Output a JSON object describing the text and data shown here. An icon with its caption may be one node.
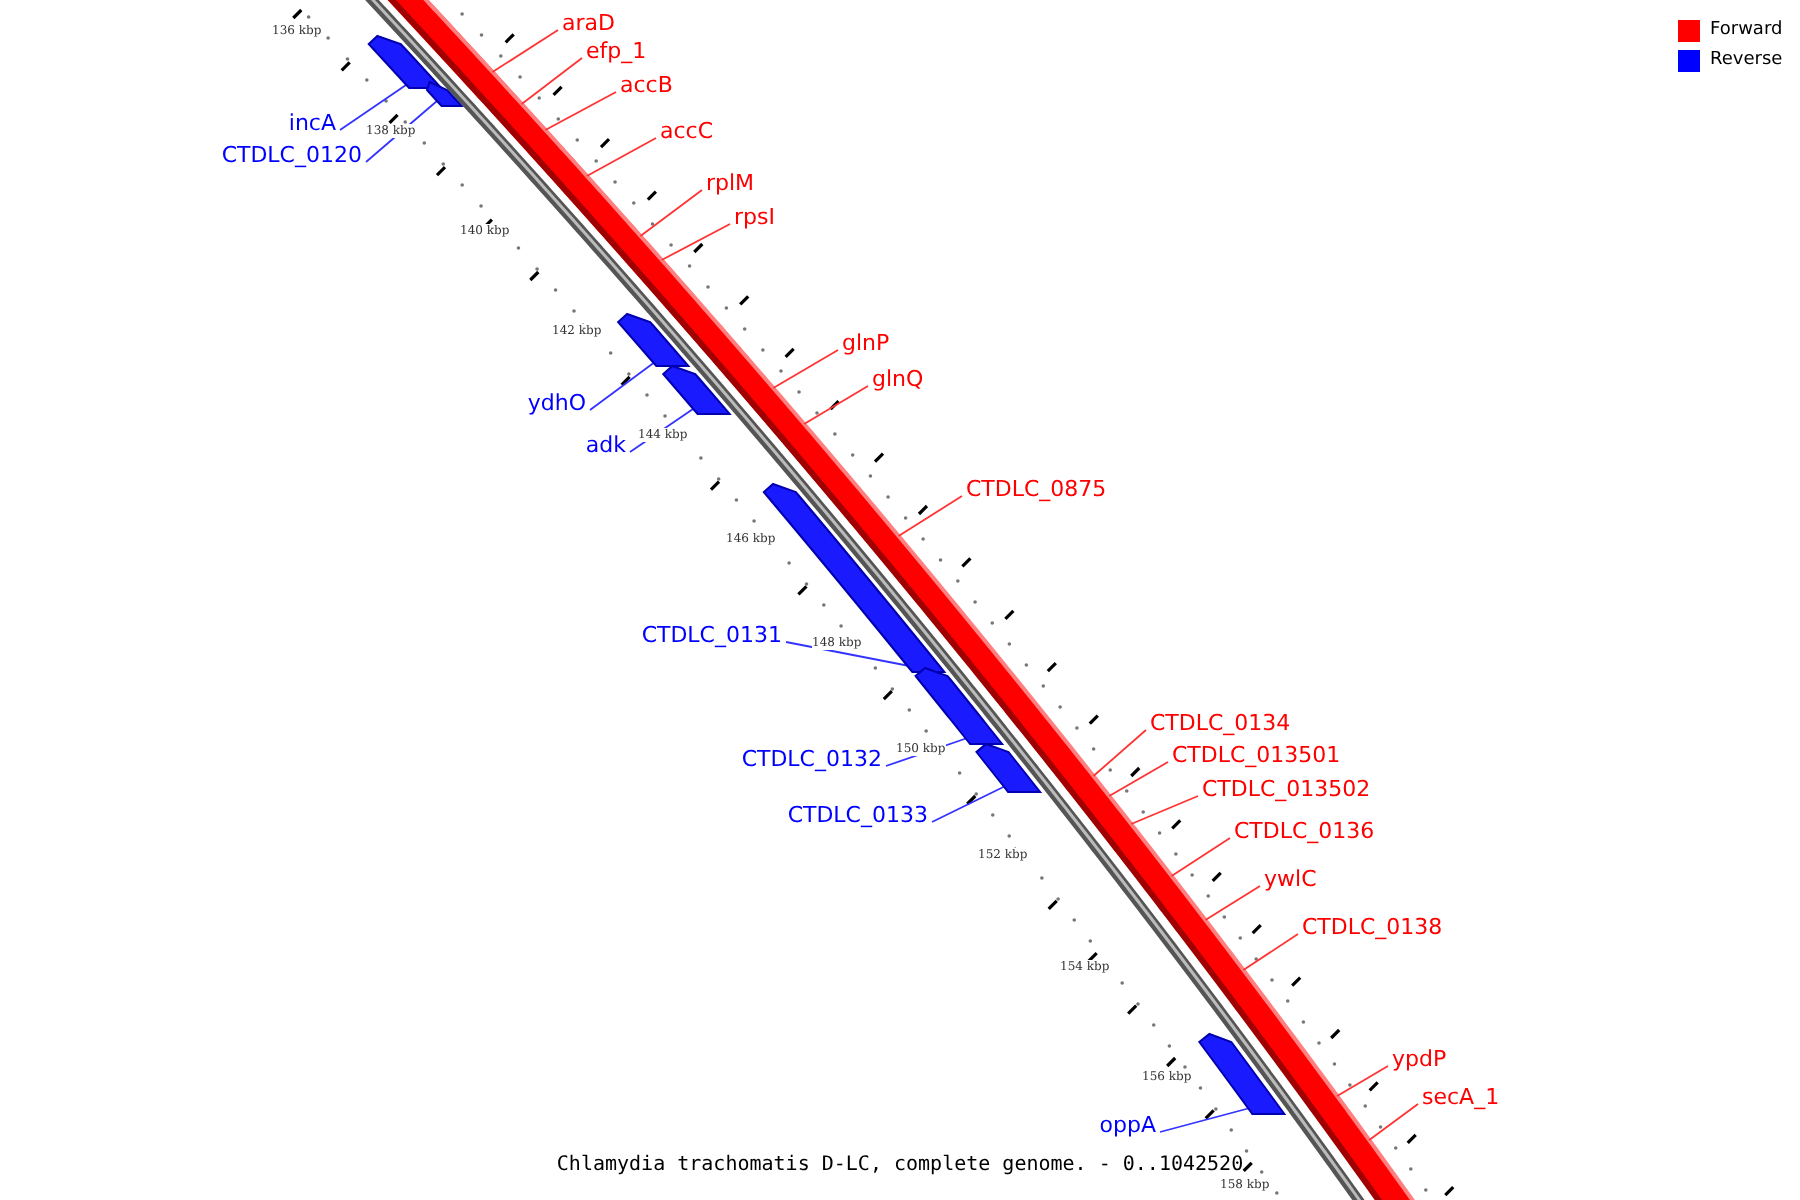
{
  "diagram": {
    "caption": "Chlamydia trachomatis D-LC, complete genome. - 0..1042520",
    "nodes": [
      {
        "text": [
          "araD"
        ]
      },
      {
        "text": [
          "efp_1"
        ]
      },
      {
        "text": [
          "accB"
        ]
      },
      {
        "text": [
          "accC"
        ]
      },
      {
        "text": [
          "rplM"
        ]
      },
      {
        "text": [
          "rpsI"
        ]
      },
      {
        "text": [
          "glnP"
        ]
      },
      {
        "text": [
          "glnQ"
        ]
      },
      {
        "text": [
          "CTDLC_0875"
        ]
      },
      {
        "text": [
          "CTDLC_0134"
        ]
      },
      {
        "text": [
          "CTDLC_013501"
        ]
      },
      {
        "text": [
          "CTDLC_013502"
        ]
      },
      {
        "text": [
          "CTDLC_0136"
        ]
      },
      {
        "text": [
          "ywlC"
        ]
      },
      {
        "text": [
          "CTDLC_0138"
        ]
      },
      {
        "text": [
          "ypdP"
        ]
      },
      {
        "text": [
          "secA_1"
        ]
      },
      {
        "text": [
          "incA"
        ]
      },
      {
        "text": [
          "CTDLC_0120"
        ]
      },
      {
        "text": [
          "ydhO"
        ]
      },
      {
        "text": [
          "adk"
        ]
      },
      {
        "text": [
          "CTDLC_0131"
        ]
      },
      {
        "text": [
          "CTDLC_0132"
        ]
      },
      {
        "text": [
          "CTDLC_0133"
        ]
      },
      {
        "text": [
          "oppA"
        ]
      },
      {
        "text": [],
        "shape": "bar"
      },
      {
        "text": [],
        "shape": "bar"
      },
      {
        "text": [],
        "shape": "bar"
      },
      {
        "text": [],
        "shape": "bar"
      },
      {
        "text": [],
        "shape": "bar"
      },
      {
        "text": [],
        "shape": "bar"
      },
      {
        "text": [],
        "shape": "bar"
      },
      {
        "text": [],
        "shape": "bar"
      }
    ],
    "edges": [
      {
        "from": 0,
        "to": null,
        "arrow": "none",
        "color": "#ff3333"
      },
      {
        "from": 1,
        "to": null,
        "arrow": "none",
        "color": "#ff3333"
      },
      {
        "from": 2,
        "to": null,
        "arrow": "none",
        "color": "#ff3333"
      },
      {
        "from": 3,
        "to": null,
        "arrow": "none",
        "color": "#ff3333"
      },
      {
        "from": 4,
        "to": null,
        "arrow": "none",
        "color": "#ff3333"
      },
      {
        "from": 5,
        "to": null,
        "arrow": "none",
        "color": "#ff3333"
      },
      {
        "from": 6,
        "to": null,
        "arrow": "none",
        "color": "#ff3333"
      },
      {
        "from": 7,
        "to": null,
        "arrow": "none",
        "color": "#ff3333"
      },
      {
        "from": 8,
        "to": null,
        "arrow": "none",
        "color": "#ff3333"
      },
      {
        "from": 9,
        "to": null,
        "arrow": "none",
        "color": "#ff3333"
      },
      {
        "from": 10,
        "to": null,
        "arrow": "none",
        "color": "#ff3333"
      },
      {
        "from": 11,
        "to": null,
        "arrow": "none",
        "color": "#ff3333"
      },
      {
        "from": 12,
        "to": null,
        "arrow": "none",
        "color": "#ff3333"
      },
      {
        "from": 13,
        "to": null,
        "arrow": "none",
        "color": "#ff3333"
      },
      {
        "from": 14,
        "to": null,
        "arrow": "none",
        "color": "#ff3333"
      },
      {
        "from": 15,
        "to": null,
        "arrow": "none",
        "color": "#ff3333"
      },
      {
        "from": 16,
        "to": null,
        "arrow": "none",
        "color": "#ff3333"
      },
      {
        "from": 17,
        "to": 25,
        "arrow": "none",
        "color": "#3333ff"
      },
      {
        "from": 18,
        "to": 26,
        "arrow": "none",
        "color": "#3333ff"
      },
      {
        "from": 19,
        "to": 27,
        "arrow": "none",
        "color": "#3333ff"
      },
      {
        "from": 20,
        "to": 28,
        "arrow": "none",
        "color": "#3333ff"
      },
      {
        "from": 21,
        "to": 29,
        "arrow": "none",
        "color": "#3333ff"
      },
      {
        "from": 22,
        "to": 30,
        "arrow": "none",
        "color": "#3333ff"
      },
      {
        "from": 23,
        "to": 31,
        "arrow": "none",
        "color": "#3333ff"
      },
      {
        "from": 24,
        "to": 32,
        "arrow": "none",
        "color": "#3333ff"
      }
    ],
    "labels": [
      "136 kbp",
      "138 kbp",
      "140 kbp",
      "142 kbp",
      "144 kbp",
      "146 kbp",
      "148 kbp",
      "150 kbp",
      "152 kbp",
      "154 kbp",
      "156 kbp",
      "158 kbp"
    ],
    "legend": [
      {
        "text": "Forward",
        "color": "#ff0000"
      },
      {
        "text": "Reverse",
        "color": "#0000ff"
      }
    ]
  }
}
